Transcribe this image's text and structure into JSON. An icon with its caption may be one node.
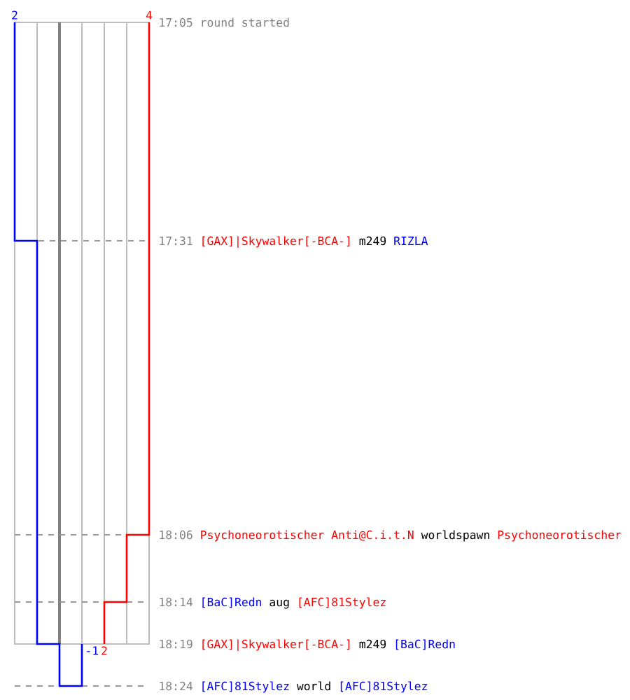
{
  "diagram": {
    "labels": [
      "2",
      "4",
      "17:05",
      "round started",
      "17:31",
      "[GAX]|Skywalker[-BCA-]",
      "m249",
      "RIZLA",
      "18:06",
      "Psychoneorotischer Anti@C.i.t.N",
      "worldspawn",
      "Psychoneorotischer",
      "18:14",
      "[BaC]Redn",
      "aug",
      "[AFC]81Stylez",
      "-1",
      "2",
      "18:19",
      "[GAX]|Skywalker[-BCA-]",
      "m249",
      "[BaC]Redn",
      "18:24",
      "[AFC]81Stylez",
      "world",
      "[AFC]81Stylez"
    ]
  }
}
